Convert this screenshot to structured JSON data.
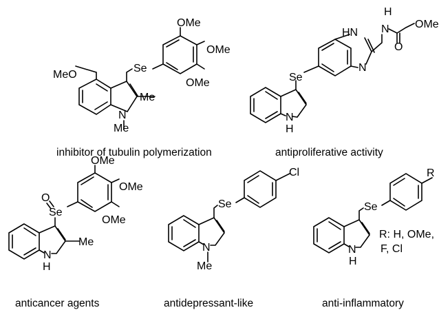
{
  "captions": {
    "c1": "inhibitor of tubulin polymerization",
    "c2": "antiproliferative activity",
    "c3": "anticancer agents",
    "c4": "antidepressant-like",
    "c5": "anti-inflammatory"
  },
  "atoms": {
    "OMe": "OMe",
    "MeO": "MeO",
    "Me": "Me",
    "Se": "Se",
    "N": "N",
    "H": "H",
    "HN": "HN",
    "O": "O",
    "Cl": "Cl",
    "R": "R",
    "R_def1": "R: H, OMe,",
    "R_def2": "F, Cl"
  }
}
